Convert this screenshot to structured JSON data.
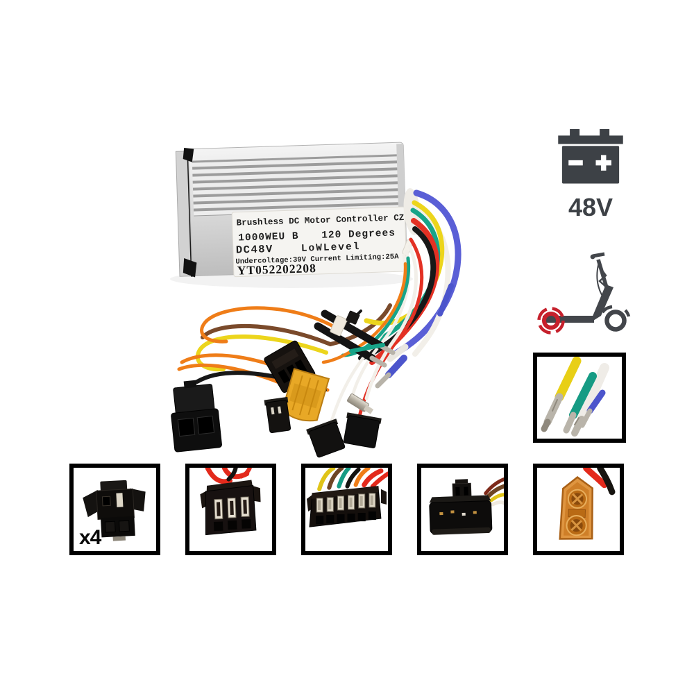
{
  "product_label": {
    "title": "Brushless DC Motor Controller CZ",
    "model": "1000WEU B",
    "degrees": "120 Degrees",
    "voltage": "DC48V",
    "level": "LoWLevel",
    "specs": "Undercoltage:39V Current Limiting:25A",
    "serial": "YT052202208"
  },
  "badges": {
    "battery": {
      "icon": "battery-icon",
      "caption": "48V"
    },
    "scooter": {
      "icon": "electric-scooter-icon"
    }
  },
  "thumbnails": {
    "side": {
      "name": "wire-bullet-terminals-photo"
    },
    "bottom": [
      {
        "name": "sm-2pin-connector-photo",
        "quantity_label": "x4"
      },
      {
        "name": "sm-3pin-connector-photo"
      },
      {
        "name": "sm-6pin-connector-photo"
      },
      {
        "name": "latch-connector-photo"
      },
      {
        "name": "xt60-connector-photo"
      }
    ]
  },
  "colors": {
    "background": "#ffffff",
    "icon_dark": "#3d4146",
    "scooter_wheel_red": "#c6202c",
    "thumbnail_border": "#000000",
    "controller_silver": "#d9d9d9",
    "label_white": "#f5f4f1",
    "wire_red": "#e33124",
    "wire_blue": "#5a5fd6",
    "wire_teal": "#17a489",
    "wire_yellow": "#ecd51c",
    "wire_orange": "#ef7d18",
    "wire_brown": "#7a4a2b",
    "wire_white": "#f2efe9",
    "wire_black": "#181818",
    "xt60_orange": "#e2953f"
  }
}
